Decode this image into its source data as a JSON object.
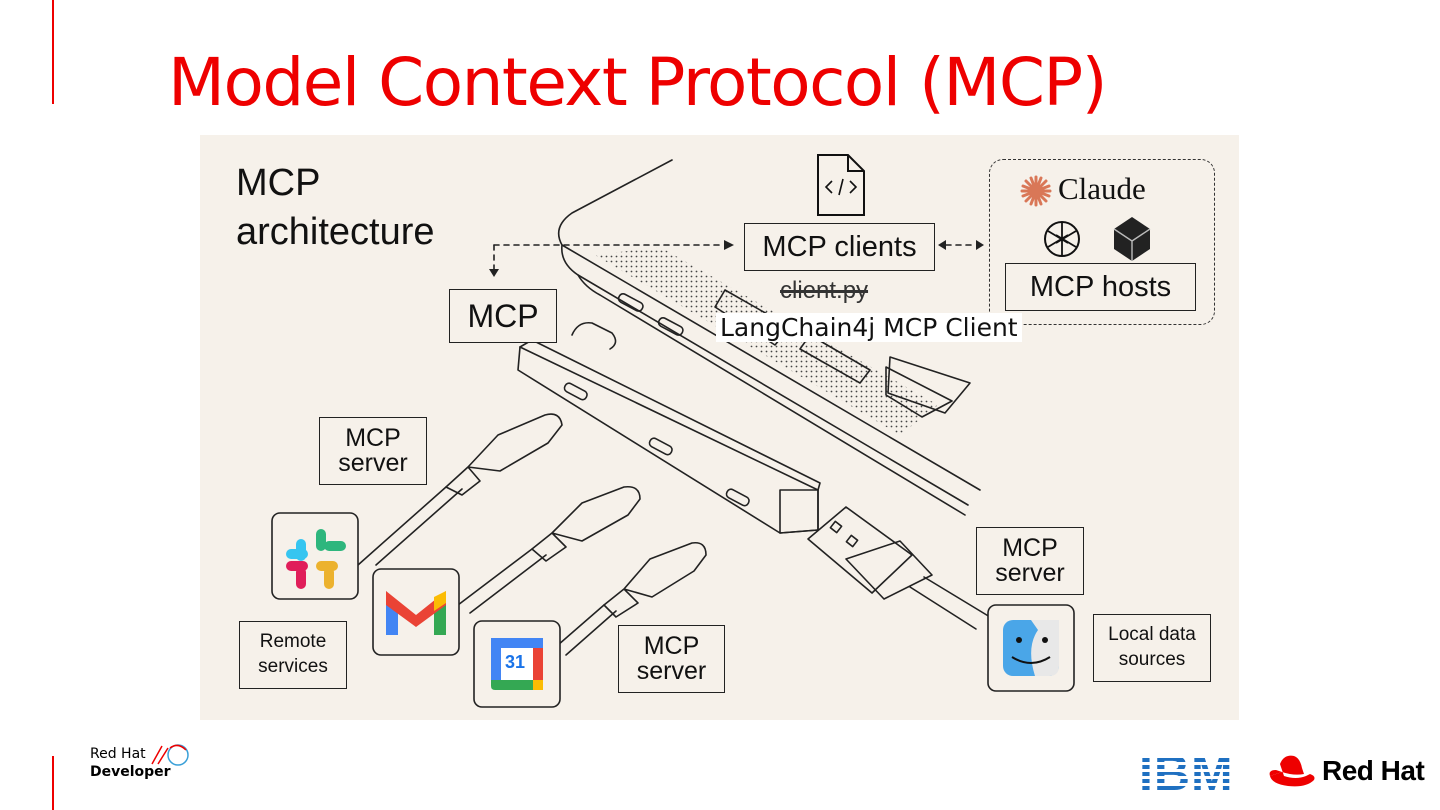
{
  "slide": {
    "title": "Model Context Protocol (MCP)"
  },
  "diagram": {
    "heading": "MCP\narchitecture",
    "mcp_label": "MCP",
    "mcp_clients_label": "MCP clients",
    "struck_text": "client.py",
    "overlay_label": "LangChain4j MCP Client",
    "host_brand_claude": "Claude",
    "mcp_hosts_label": "MCP hosts",
    "mcp_server_labels": [
      "MCP\nserver",
      "MCP\nserver",
      "MCP\nserver"
    ],
    "remote_services_label": "Remote\nservices",
    "local_sources_label": "Local data\nsources",
    "calendar_day": "31",
    "icons": [
      "code-file-icon",
      "claude-star-icon",
      "openai-icon",
      "perplexity-icon",
      "slack-icon",
      "gmail-icon",
      "google-calendar-icon",
      "finder-icon"
    ]
  },
  "footer": {
    "brand_line1": "Red Hat",
    "brand_line2": "Developer",
    "ibm_logo_text": "IBM",
    "redhat_logo_text": "Red Hat"
  },
  "colors": {
    "accent": "#ee0000",
    "diagram_bg": "#f6f1ea",
    "ibm_blue": "#1f70c1"
  }
}
